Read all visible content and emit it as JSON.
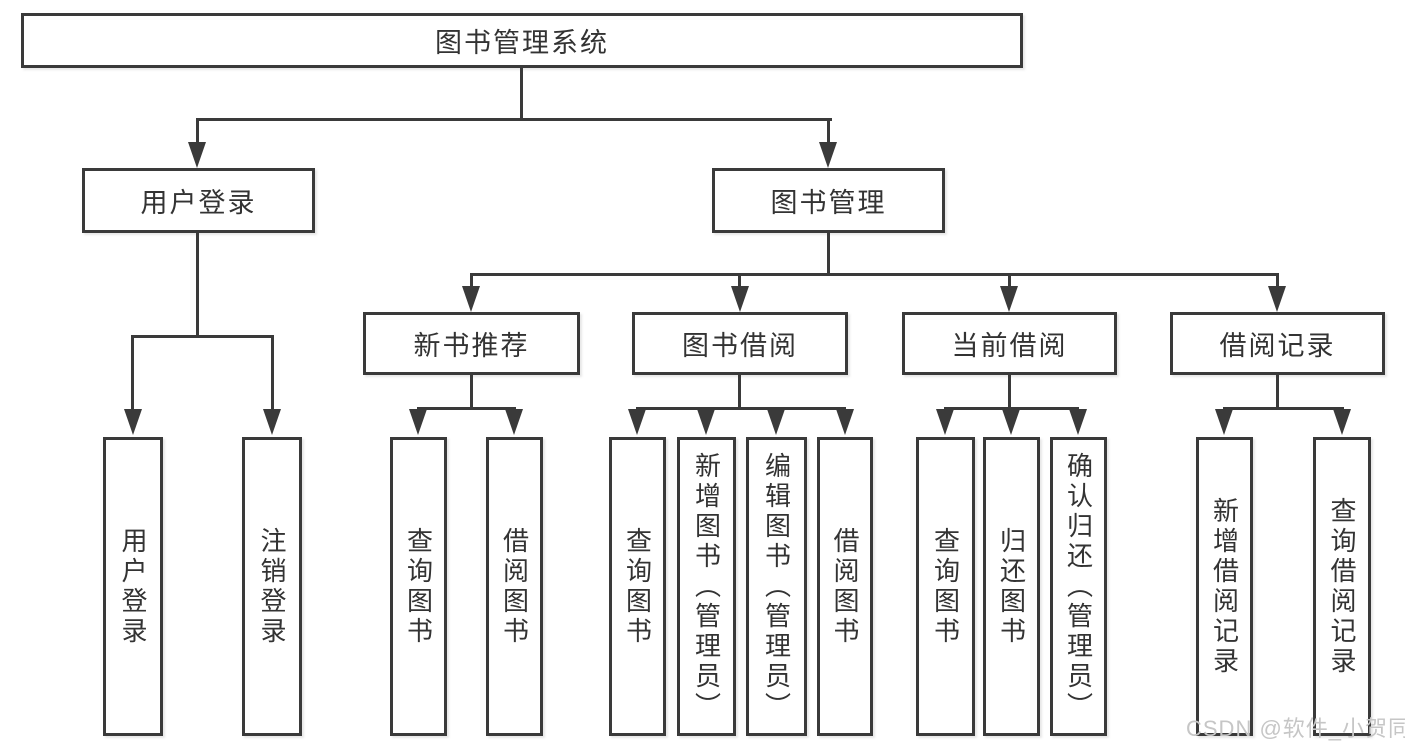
{
  "diagram": {
    "root": {
      "label": "图书管理系统"
    },
    "user_login": {
      "label": "用户登录",
      "children": [
        "用户登录",
        "注销登录"
      ]
    },
    "book_management": {
      "label": "图书管理",
      "sections": [
        {
          "label": "新书推荐",
          "children": [
            "查询图书",
            "借阅图书"
          ]
        },
        {
          "label": "图书借阅",
          "children": [
            "查询图书",
            "新增图书（管理员）",
            "编辑图书（管理员）",
            "借阅图书"
          ]
        },
        {
          "label": "当前借阅",
          "children": [
            "查询图书",
            "归还图书",
            "确认归还（管理员）"
          ]
        },
        {
          "label": "借阅记录",
          "children": [
            "新增借阅记录",
            "查询借阅记录"
          ]
        }
      ]
    },
    "colors": {
      "line": "#3a3a3a",
      "text": "#333333",
      "background": "#ffffff"
    }
  },
  "watermark": {
    "text": "CSDN @软件_小贺同学",
    "color": "#c6c6c6"
  }
}
